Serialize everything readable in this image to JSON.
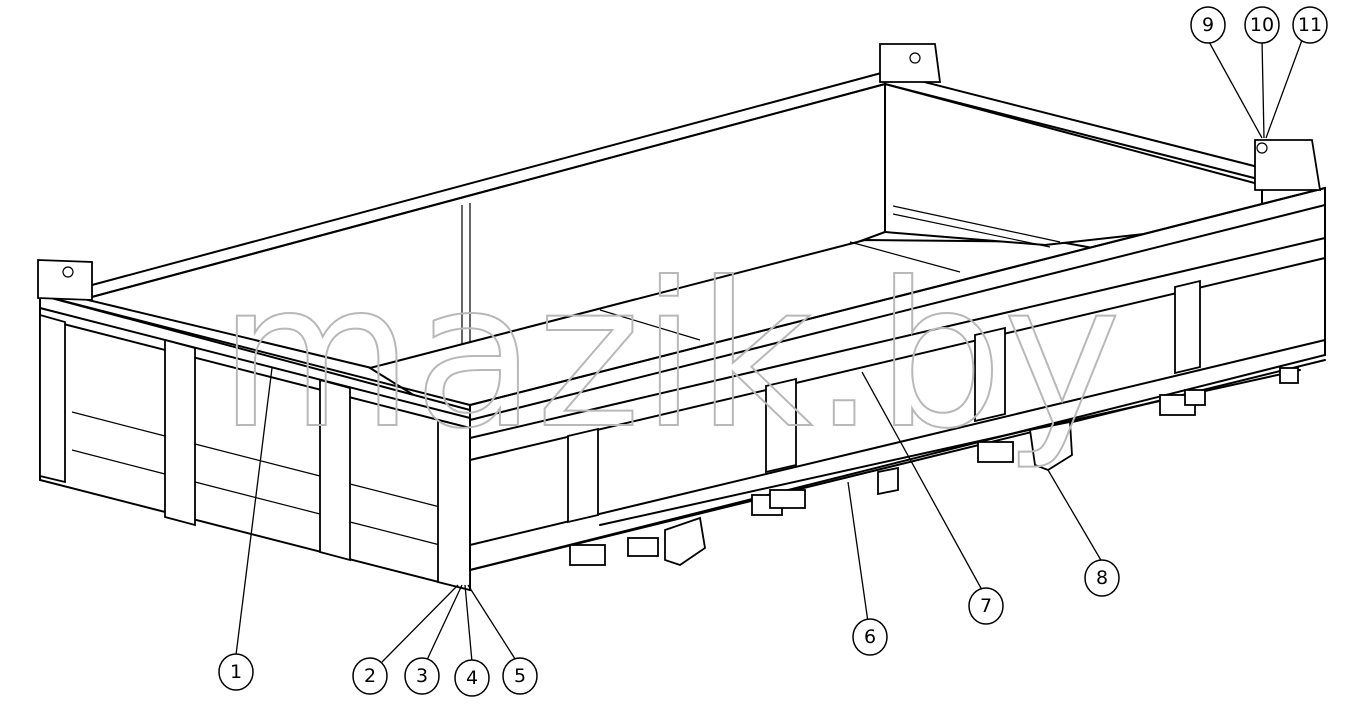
{
  "watermark": "mazik.by",
  "callouts": [
    {
      "label": "1"
    },
    {
      "label": "2"
    },
    {
      "label": "3"
    },
    {
      "label": "4"
    },
    {
      "label": "5"
    },
    {
      "label": "6"
    },
    {
      "label": "7"
    },
    {
      "label": "8"
    },
    {
      "label": "9"
    },
    {
      "label": "10"
    },
    {
      "label": "11"
    }
  ]
}
